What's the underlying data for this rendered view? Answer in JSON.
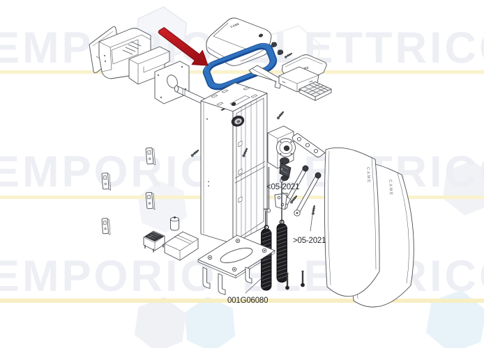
{
  "page": {
    "background": "#ffffff"
  },
  "watermark": {
    "text": "EMPORIO ELETTRICO",
    "text_color": "#edeff4",
    "underline_color": "#f9f2cc",
    "hexagon_gray": "#f1f2f5",
    "hexagon_blue": "#e8f3f9"
  },
  "diagram": {
    "brand": "CAME",
    "highlight": {
      "arrow_color": "#bd1622",
      "gasket_color": "#2f72bf"
    },
    "labels": {
      "production_before": "<05-2021",
      "production_after": ">05-2021",
      "part_code": "001G06080"
    }
  }
}
